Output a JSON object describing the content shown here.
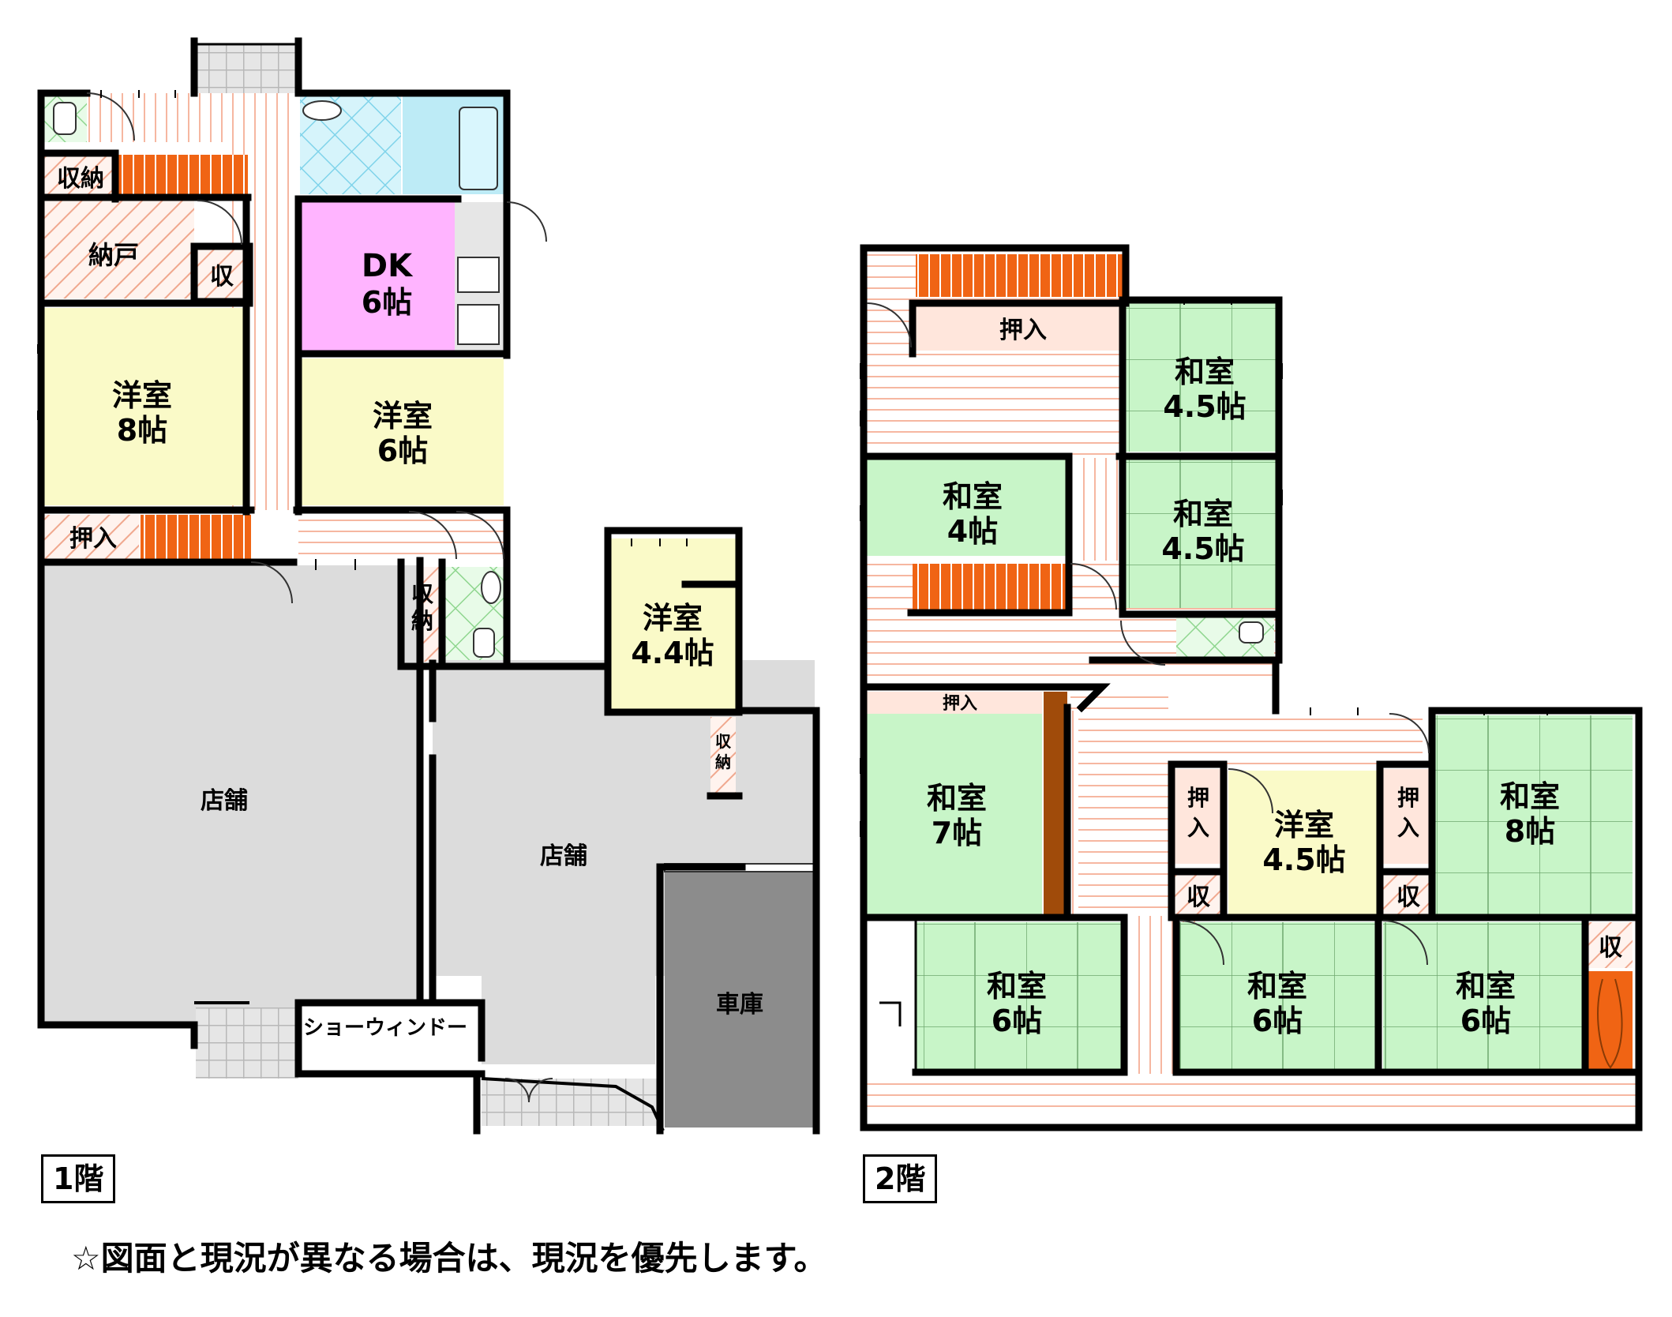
{
  "floor1": {
    "tag": "1階",
    "rooms": {
      "storage_top": "収納",
      "nando": "納戸",
      "shu_small": "収",
      "dk_line1": "DK",
      "dk_line2": "6帖",
      "yoshitsu8_line1": "洋室",
      "yoshitsu8_line2": "8帖",
      "yoshitsu6_line1": "洋室",
      "yoshitsu6_line2": "6帖",
      "oshiire": "押入",
      "shuno_v1": "収",
      "shuno_v2": "納",
      "yoshitsu44_line1": "洋室",
      "yoshitsu44_line2": "4.4帖",
      "shuno_small_v1": "収",
      "shuno_small_v2": "納",
      "store_left": "店舗",
      "store_right": "店舗",
      "garage": "車庫",
      "showwindow": "ショーウィンドー"
    }
  },
  "floor2": {
    "tag": "2階",
    "rooms": {
      "oshiire_top": "押入",
      "washitsu45a_line1": "和室",
      "washitsu45a_line2": "4.5帖",
      "washitsu4_line1": "和室",
      "washitsu4_line2": "4帖",
      "washitsu45b_line1": "和室",
      "washitsu45b_line2": "4.5帖",
      "oshiire_small": "押入",
      "washitsu7_line1": "和室",
      "washitsu7_line2": "7帖",
      "oshiire_v1a": "押",
      "oshiire_v1b": "入",
      "yoshitsu45_line1": "洋室",
      "yoshitsu45_line2": "4.5帖",
      "oshiire_v2a": "押",
      "oshiire_v2b": "入",
      "washitsu8_line1": "和室",
      "washitsu8_line2": "8帖",
      "shu_a": "収",
      "shu_b": "収",
      "shu_c": "収",
      "washitsu6a_line1": "和室",
      "washitsu6a_line2": "6帖",
      "washitsu6b_line1": "和室",
      "washitsu6b_line2": "6帖",
      "washitsu6c_line1": "和室",
      "washitsu6c_line2": "6帖"
    }
  },
  "note": "☆図面と現況が異なる場合は、現況を優先します。",
  "colors": {
    "wall": "#000000",
    "yoshitsu": "#FAFAC8",
    "washitsu": "#C8F5C8",
    "dk": "#FFB4FF",
    "store": "#DCDCDC",
    "garage": "#8C8C8C",
    "wood": "#FFE6DC",
    "stairs": "#F06414",
    "bath": "#BEEBF5",
    "toilet": "#E6FAE6",
    "closet": "#FFE6DC",
    "tokonoma": "#A04B0A"
  }
}
